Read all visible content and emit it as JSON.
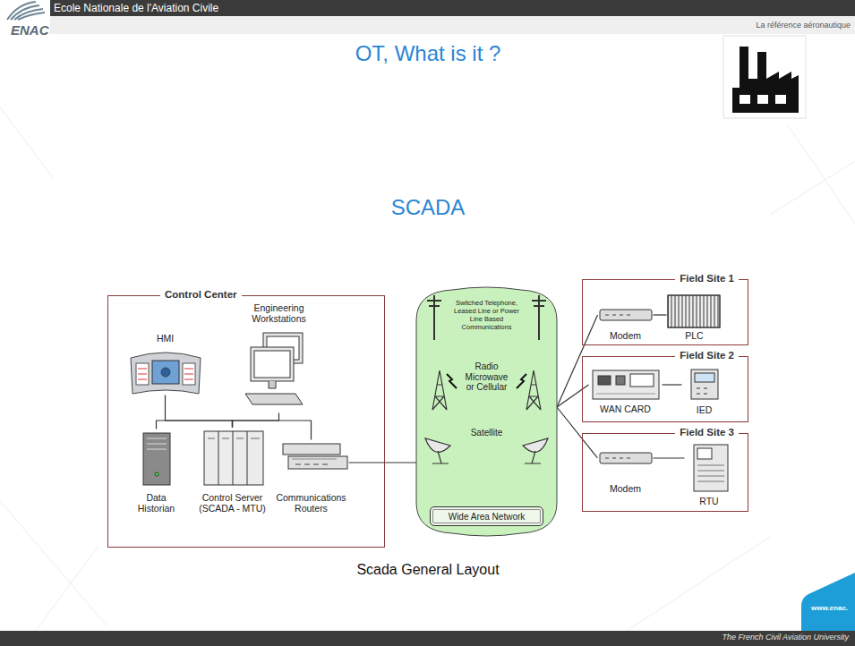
{
  "diagram": {
    "title": "OT, What is it ?",
    "caption": "Scada General Layout",
    "nodes": [
      {
        "text": [
          "Control Center"
        ]
      },
      {
        "text": [
          "HMI"
        ],
        "in": 0
      },
      {
        "text": [
          "Engineering Workstations"
        ],
        "in": 0
      },
      {
        "text": [
          "Data Historian"
        ],
        "in": 0
      },
      {
        "text": [
          "Control Server (SCADA - MTU)"
        ],
        "in": 0
      },
      {
        "text": [
          "Communications Routers"
        ],
        "in": 0
      },
      {
        "text": [
          "Switched Telephone, Leased Line or Power Line Based Communications",
          "Radio Microwave or Cellular",
          "Satellite"
        ]
      },
      {
        "text": [
          "Wide Area Network"
        ],
        "in": 6
      },
      {
        "text": [
          "Field Site 1"
        ]
      },
      {
        "text": [
          "Modem"
        ],
        "in": 8
      },
      {
        "text": [
          "PLC"
        ],
        "in": 8
      },
      {
        "text": [
          "Field Site 2"
        ]
      },
      {
        "text": [
          "WAN CARD"
        ],
        "in": 11
      },
      {
        "text": [
          "IED"
        ],
        "in": 11
      },
      {
        "text": [
          "Field Site 3"
        ]
      },
      {
        "text": [
          "Modem"
        ],
        "in": 14
      },
      {
        "text": [
          "RTU"
        ],
        "in": 14
      }
    ],
    "edges": [
      {
        "from": 1,
        "to": 4,
        "arrow": "none"
      },
      {
        "from": 2,
        "to": 4,
        "arrow": "none"
      },
      {
        "from": 3,
        "to": 4,
        "arrow": "none"
      },
      {
        "from": 5,
        "to": 4,
        "arrow": "none"
      },
      {
        "from": 5,
        "to": 6,
        "arrow": "none"
      },
      {
        "from": 6,
        "to": 9,
        "arrow": "none"
      },
      {
        "from": 6,
        "to": 12,
        "arrow": "none"
      },
      {
        "from": 6,
        "to": 15,
        "arrow": "none"
      },
      {
        "from": 9,
        "to": 10,
        "arrow": "none"
      },
      {
        "from": 12,
        "to": 13,
        "arrow": "none"
      },
      {
        "from": 15,
        "to": 16,
        "arrow": "none"
      }
    ],
    "labels": [
      "Ecole Nationale de l'Aviation Civile",
      "La référence aéronautique",
      "ENAC",
      "SCADA",
      "www.enac.",
      "The French Civil Aviation University"
    ]
  }
}
